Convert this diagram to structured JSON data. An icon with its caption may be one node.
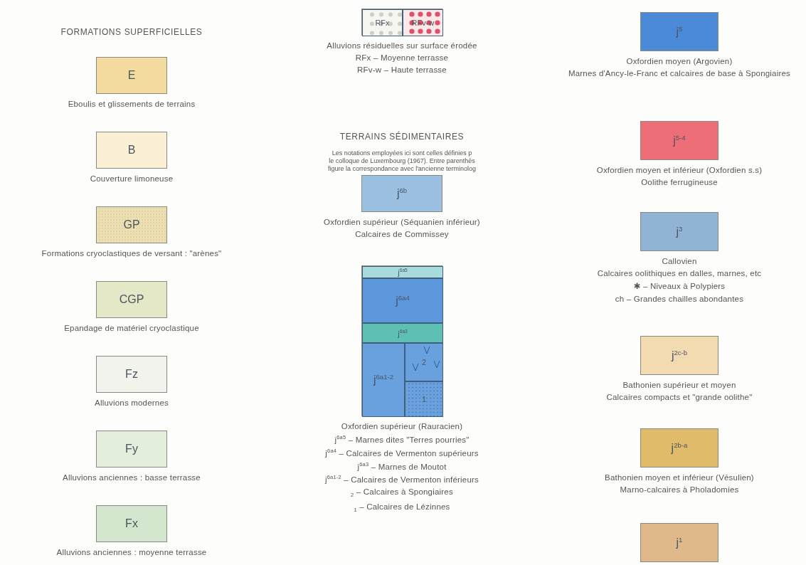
{
  "diagram": {
    "nodes": [
      {
        "text": [
          "E"
        ],
        "beside": [
          "Eboulis et glissements de terrains"
        ]
      },
      {
        "text": [
          "B"
        ],
        "beside": [
          "Couverture limoneuse"
        ]
      },
      {
        "text": [
          "GP"
        ],
        "beside": [
          "Formations cryoclastiques de versant : \"arènes\""
        ]
      },
      {
        "text": [
          "CGP"
        ],
        "beside": [
          "Epandage de matériel cryoclastique"
        ]
      },
      {
        "text": [
          "Fz"
        ],
        "beside": [
          "Alluvions modernes"
        ]
      },
      {
        "text": [
          "Fy"
        ],
        "beside": [
          "Alluvions anciennes : basse terrasse"
        ]
      },
      {
        "text": [
          "Fx"
        ],
        "beside": [
          "Alluvions anciennes : moyenne terrasse"
        ]
      },
      {
        "text": [],
        "shape": "box",
        "beside": [
          "Alluvions résiduelles sur surface érodée",
          "RFx – Moyenne terrasse",
          "RFv-w – Haute terrasse"
        ]
      },
      {
        "text": [
          "RFx"
        ],
        "in": 7
      },
      {
        "text": [
          "RFv-w"
        ],
        "in": 7
      },
      {
        "text": [
          "j$^{6b}$"
        ],
        "beside": [
          "Oxfordien supérieur (Séquanien inférieur)",
          "Calcaires de Commissey"
        ]
      },
      {
        "text": [],
        "shape": "box",
        "beside": [
          "Oxfordien supérieur (Rauracien)",
          "j$^{6a5}$ – Marnes dites \"Terres pourries\"",
          "j$^{6a4}$ – Calcaires de Vermenton supérieurs",
          "j$^{6a3}$ – Marnes de Moutot",
          "j$^{6a1-2}$ – Calcaires de Vermenton inférieurs",
          "$_{2}$ – Calcaires à Spongiaires",
          "$_{1}$ – Calcaires de Lézinnes"
        ]
      },
      {
        "text": [
          "j$^{6a5}$"
        ],
        "in": 11
      },
      {
        "text": [
          "j$^{6a4}$"
        ],
        "in": 11
      },
      {
        "text": [
          "j$^{6a3}$"
        ],
        "in": 11
      },
      {
        "text": [
          "j$^{6a1-2}$"
        ],
        "in": 11
      },
      {
        "text": [
          "2"
        ],
        "in": 11
      },
      {
        "text": [
          "1"
        ],
        "in": 11
      },
      {
        "text": [
          "j$^{5}$"
        ],
        "beside": [
          "Oxfordien moyen (Argovien)",
          "Marnes d'Ancy-le-Franc et calcaires de base à Spongiaires"
        ]
      },
      {
        "text": [
          "j$^{5-4}$"
        ],
        "beside": [
          "Oxfordien moyen et inférieur (Oxfordien s.s)",
          "Oolithe ferrugineuse"
        ]
      },
      {
        "text": [
          "j$^{3}$"
        ],
        "beside": [
          "Callovien",
          "Calcaires oolithiques en dalles, marnes, etc",
          "✱ – Niveaux à Polypiers",
          "ch – Grandes chailles abondantes"
        ]
      },
      {
        "text": [
          "j$^{2c-b}$"
        ],
        "beside": [
          "Bathonien supérieur et moyen",
          "Calcaires compacts et \"grande oolithe\""
        ]
      },
      {
        "text": [
          "j$^{2b-a}$"
        ],
        "beside": [
          "Bathonien moyen et inférieur (Vésulien)",
          "Marno-calcaires à Pholadomies"
        ]
      },
      {
        "text": [
          "j$^{1}$"
        ]
      }
    ],
    "labels": [
      "FORMATIONS SUPERFICIELLES",
      "TERRAINS SÉDIMENTAIRES",
      "Les notations employées ici sont celles définies p",
      "le colloque de Luxembourg (1967). Entre parenthès",
      "figure la correspondance avec l'ancienne terminolog"
    ]
  }
}
